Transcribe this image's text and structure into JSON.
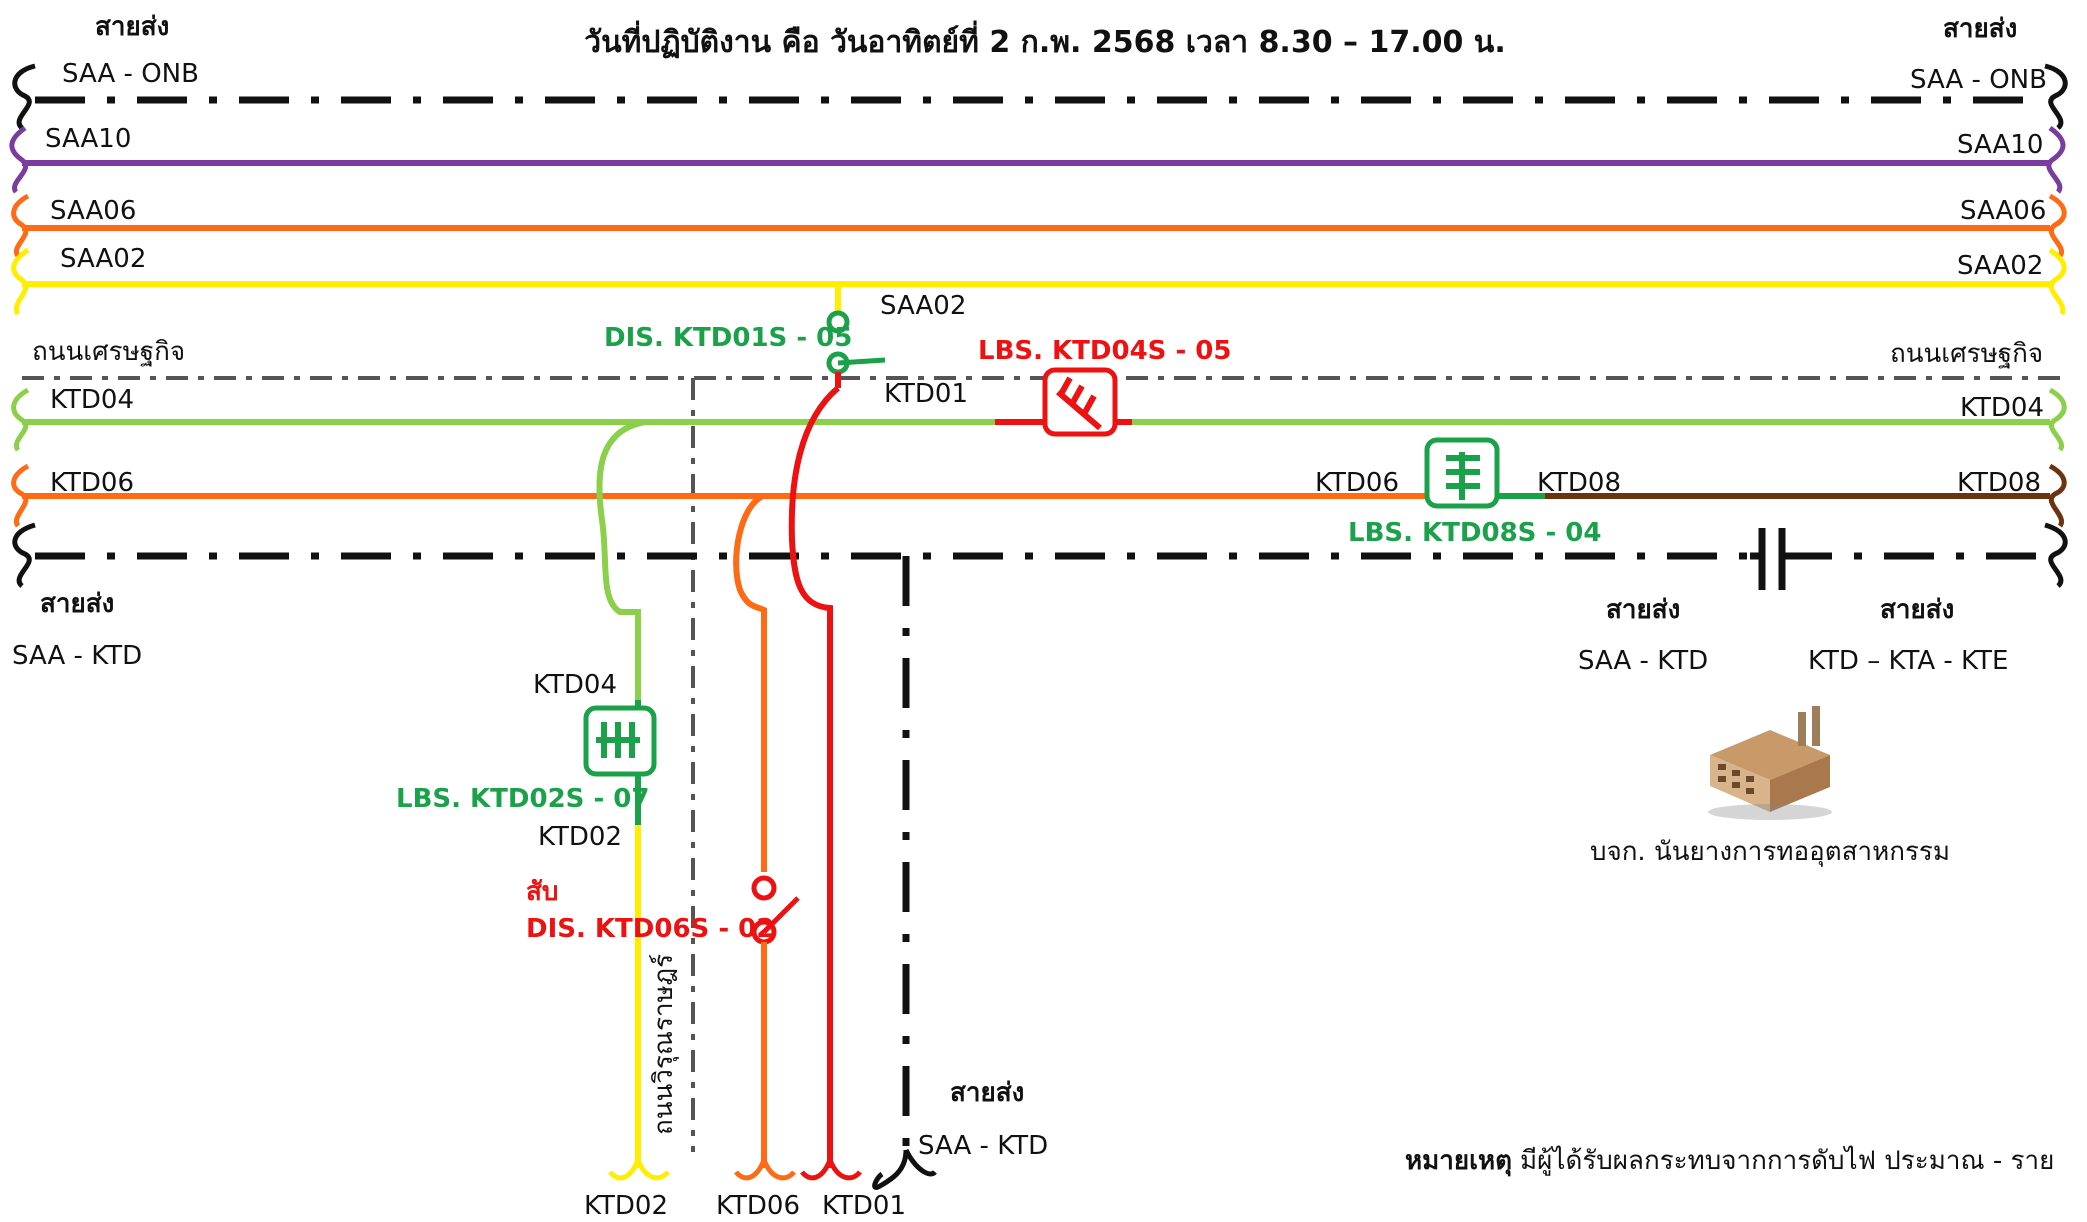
{
  "header": {
    "date_line": "วันที่ปฏิบัติงาน คือ วันอาทิตย์ที่ 2 ก.พ. 2568 เวลา 8.30 – 17.00 น."
  },
  "colors": {
    "saa10": "#7a3c9e",
    "saa06": "#ff6a14",
    "saa02": "#ffee00",
    "ktd04": "#8ccf4a",
    "ktd06": "#ff6a14",
    "ktd08": "#6b3410",
    "ktd01": "#ee1111",
    "ktd02": "#ffee00",
    "switch_green": "#1aa14a",
    "switch_red": "#ee1111",
    "transmission": "#111111",
    "road": "#555555"
  },
  "transmission_lines": {
    "top_left_caption": "สายส่ง",
    "top_left_code": "SAA - ONB",
    "top_right_caption": "สายส่ง",
    "top_right_code": "SAA - ONB",
    "bottom_left_caption": "สายส่ง",
    "bottom_left_code": "SAA - KTD",
    "bottom_right1_caption": "สายส่ง",
    "bottom_right1_code": "SAA - KTD",
    "bottom_right2_caption": "สายส่ง",
    "bottom_right2_code": "KTD – KTA - KTE",
    "bottom_vertical_caption": "สายส่ง",
    "bottom_vertical_code": "SAA - KTD"
  },
  "feeders": {
    "saa10_left": "SAA10",
    "saa10_right": "SAA10",
    "saa06_left": "SAA06",
    "saa06_right": "SAA06",
    "saa02_left": "SAA02",
    "saa02_right": "SAA02",
    "saa02_tap": "SAA02",
    "ktd04_left": "KTD04",
    "ktd04_right": "KTD04",
    "ktd06_left": "KTD06",
    "ktd08_right": "KTD08",
    "ktd06_at_switch": "KTD06",
    "ktd08_at_switch": "KTD08",
    "ktd01_mid": "KTD01",
    "ktd04_branch": "KTD04",
    "ktd02_branch": "KTD02",
    "ktd02_bottom": "KTD02",
    "ktd06_bottom": "KTD06",
    "ktd01_bottom": "KTD01"
  },
  "roads": {
    "road_left": "ถนนเศรษฐกิจ",
    "road_right": "ถนนเศรษฐกิจ",
    "road_vertical": "ถนนวิรุณราษฎร์"
  },
  "switches": {
    "dis_ktd01s_05": "DIS. KTD01S - 05",
    "lbs_ktd04s_05": "LBS. KTD04S - 05",
    "lbs_ktd08s_04": "LBS. KTD08S - 04",
    "lbs_ktd02s_07": "LBS. KTD02S - 07",
    "close_word": "สับ",
    "dis_ktd06s_02": "DIS. KTD06S - 02"
  },
  "customer": {
    "name": "บจก. นันยางการทออุตสาหกรรม",
    "icon": "factory-icon"
  },
  "note": {
    "label": "หมายเหตุ",
    "text": "มีผู้ได้รับผลกระทบจากการดับไฟ ประมาณ - ราย"
  }
}
